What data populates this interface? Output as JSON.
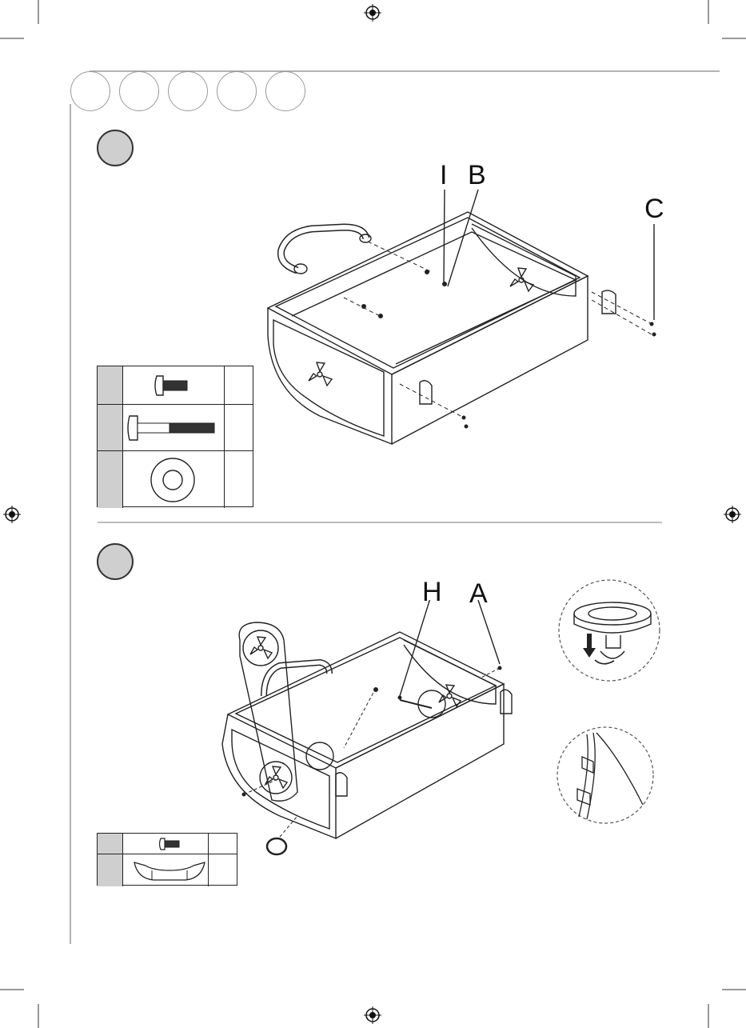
{
  "header": {
    "tab_count": 5
  },
  "steps": [
    {
      "callouts": [
        {
          "label": "I"
        },
        {
          "label": "B"
        },
        {
          "label": "C"
        }
      ],
      "parts_table": {
        "rows": [
          {
            "part": "short-bolt"
          },
          {
            "part": "long-bolt"
          },
          {
            "part": "washer"
          }
        ]
      }
    },
    {
      "callouts": [
        {
          "label": "H"
        },
        {
          "label": "A"
        }
      ],
      "parts_table": {
        "rows": [
          {
            "part": "short-bolt"
          },
          {
            "part": "wheel-cap"
          }
        ]
      },
      "detail_views": [
        {
          "name": "wheel-lock-detail"
        },
        {
          "name": "frame-edge-detail"
        }
      ]
    }
  ],
  "colors": {
    "badge_fill": "#cfcfcf",
    "line": "#222222",
    "tab_border": "#9a9a9a"
  }
}
